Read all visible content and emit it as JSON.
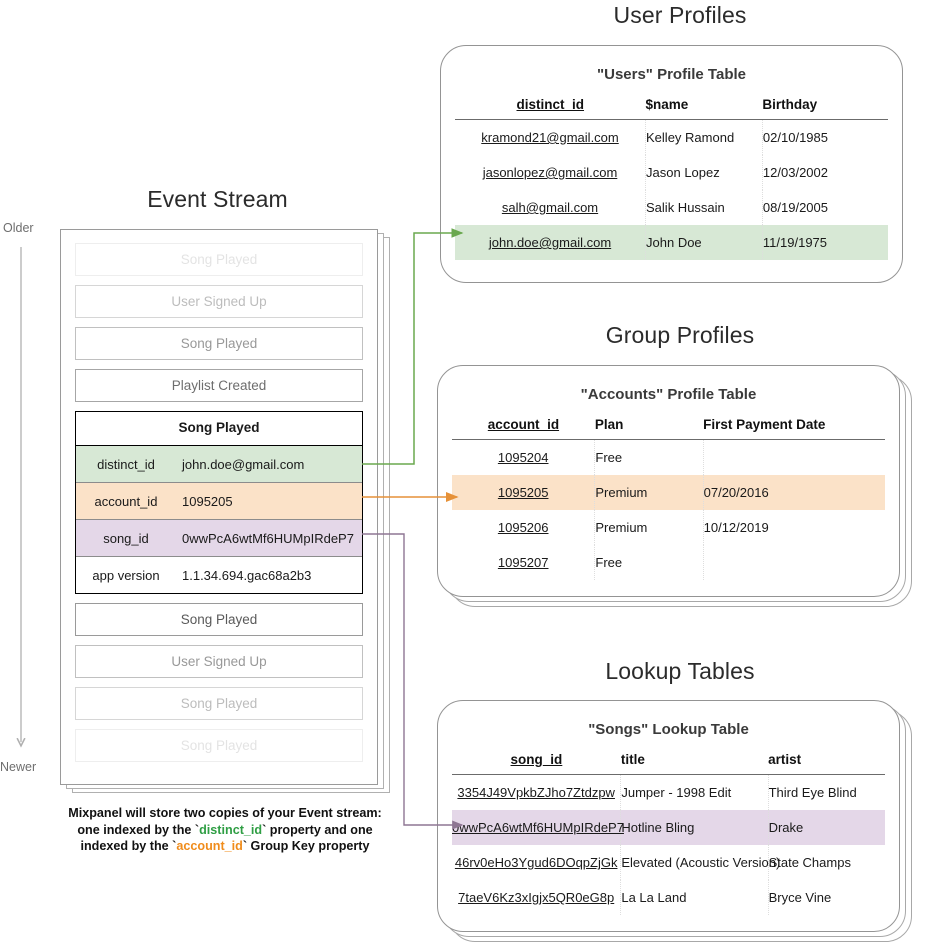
{
  "sections": {
    "event_stream": {
      "title": "Event Stream",
      "timeline": {
        "older": "Older",
        "newer": "Newer"
      },
      "events_before": [
        {
          "label": "Song Played"
        },
        {
          "label": "User Signed Up"
        },
        {
          "label": "Song Played"
        },
        {
          "label": "Playlist Created"
        }
      ],
      "focus_event": {
        "title": "Song Played",
        "properties": [
          {
            "key": "distinct_id",
            "value": "john.doe@gmail.com",
            "highlight": "green"
          },
          {
            "key": "account_id",
            "value": "1095205",
            "highlight": "orange"
          },
          {
            "key": "song_id",
            "value": "0wwPcA6wtMf6HUMpIRdeP7",
            "highlight": "purple"
          },
          {
            "key": "app version",
            "value": "1.1.34.694.gac68a2b3",
            "highlight": "none"
          }
        ]
      },
      "events_after": [
        {
          "label": "Song Played"
        },
        {
          "label": "User Signed Up"
        },
        {
          "label": "Song Played"
        },
        {
          "label": "Song Played"
        }
      ],
      "caption": {
        "line1": "Mixpanel will store two copies of your Event stream:",
        "line2_pre": "one indexed by the `",
        "line2_key": "distinct_id",
        "line2_post": "` property and one",
        "line3_pre": "indexed by the `",
        "line3_key": "account_id",
        "line3_post": "` Group Key property"
      }
    },
    "user_profiles": {
      "title": "User Profiles",
      "table_title": "\"Users\" Profile Table",
      "columns": [
        "distinct_id",
        "$name",
        "Birthday"
      ],
      "rows": [
        {
          "cells": [
            "kramond21@gmail.com",
            "Kelley Ramond",
            "02/10/1985"
          ],
          "highlight": "none"
        },
        {
          "cells": [
            "jasonlopez@gmail.com",
            "Jason Lopez",
            "12/03/2002"
          ],
          "highlight": "none"
        },
        {
          "cells": [
            "salh@gmail.com",
            "Salik Hussain",
            "08/19/2005"
          ],
          "highlight": "none"
        },
        {
          "cells": [
            "john.doe@gmail.com",
            "John Doe",
            "11/19/1975"
          ],
          "highlight": "green"
        }
      ],
      "card_count": 1
    },
    "group_profiles": {
      "title": "Group Profiles",
      "table_title": "\"Accounts\" Profile Table",
      "columns": [
        "account_id",
        "Plan",
        "First Payment Date"
      ],
      "rows": [
        {
          "cells": [
            "1095204",
            "Free",
            ""
          ],
          "highlight": "none"
        },
        {
          "cells": [
            "1095205",
            "Premium",
            "07/20/2016"
          ],
          "highlight": "orange"
        },
        {
          "cells": [
            "1095206",
            "Premium",
            "10/12/2019"
          ],
          "highlight": "none"
        },
        {
          "cells": [
            "1095207",
            "Free",
            ""
          ],
          "highlight": "none"
        }
      ],
      "card_count": 3
    },
    "lookup_tables": {
      "title": "Lookup Tables",
      "table_title": "\"Songs\" Lookup Table",
      "columns": [
        "song_id",
        "title",
        "artist"
      ],
      "rows": [
        {
          "cells": [
            "3354J49VpkbZJho7Ztdzpw",
            "Jumper - 1998 Edit",
            "Third Eye Blind"
          ],
          "highlight": "none"
        },
        {
          "cells": [
            "0wwPcA6wtMf6HUMpIRdeP7",
            "Hotline Bling",
            "Drake"
          ],
          "highlight": "purple"
        },
        {
          "cells": [
            "46rv0eHo3Ygud6DOqpZjGk",
            "Elevated (Acoustic Version)",
            "State Champs"
          ],
          "highlight": "none"
        },
        {
          "cells": [
            "7taeV6Kz3xIgjx5QR0eG8p",
            "La La Land",
            "Bryce Vine"
          ],
          "highlight": "none"
        }
      ],
      "card_count": 3
    }
  },
  "colors": {
    "green_highlight": "#d7e8d5",
    "orange_highlight": "#fbe2c8",
    "purple_highlight": "#e4d7e8",
    "green_arrow": "#6aa84f",
    "orange_arrow": "#e69138",
    "purple_arrow": "#8e7693",
    "card_border": "#949494",
    "timeline": "#b0b0b0"
  }
}
